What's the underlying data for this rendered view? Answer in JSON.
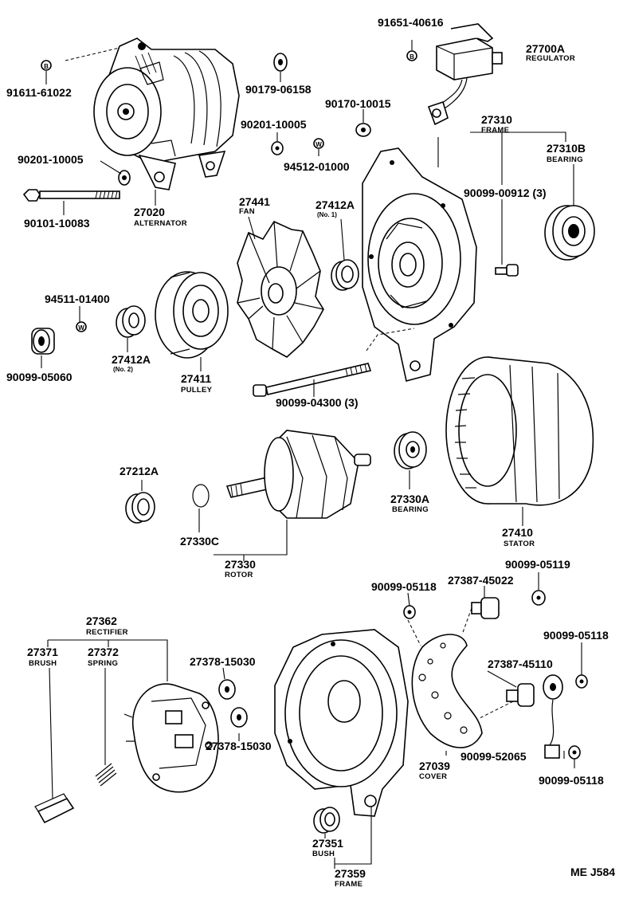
{
  "diagram_code": "ME J584",
  "labels": {
    "p91651": {
      "num": "91651-40616"
    },
    "p27700A": {
      "num": "27700A",
      "name": "REGULATOR"
    },
    "b_top_left": {
      "num": "B"
    },
    "b_top_right": {
      "num": "B"
    },
    "p91611": {
      "num": "91611-61022"
    },
    "p90179": {
      "num": "90179-06158"
    },
    "p90170": {
      "num": "90170-10015"
    },
    "p27310": {
      "num": "27310",
      "name": "FRAME"
    },
    "p90201a": {
      "num": "90201-10005"
    },
    "p90201b": {
      "num": "90201-10005"
    },
    "w_top": {
      "num": "W"
    },
    "p94512": {
      "num": "94512-01000"
    },
    "p27310B": {
      "num": "27310B",
      "name": "BEARING"
    },
    "p90099_00912": {
      "num": "90099-00912 (3)"
    },
    "p90101": {
      "num": "90101-10083"
    },
    "p27020": {
      "num": "27020",
      "name": "ALTERNATOR"
    },
    "p27441": {
      "num": "27441",
      "name": "FAN"
    },
    "p27412A_1": {
      "num": "27412A",
      "name": "(No. 1)"
    },
    "p94511": {
      "num": "94511-01400"
    },
    "w_mid": {
      "num": "W"
    },
    "p27412A_2": {
      "num": "27412A",
      "name": "(No. 2)"
    },
    "p90099_05060": {
      "num": "90099-05060"
    },
    "p27411": {
      "num": "27411",
      "name": "PULLEY"
    },
    "p90099_04300": {
      "num": "90099-04300 (3)"
    },
    "p27212A": {
      "num": "27212A"
    },
    "p27330A": {
      "num": "27330A",
      "name": "BEARING"
    },
    "p27330C": {
      "num": "27330C"
    },
    "p27330": {
      "num": "27330",
      "name": "ROTOR"
    },
    "p27410": {
      "num": "27410",
      "name": "STATOR"
    },
    "p90099_05119": {
      "num": "90099-05119"
    },
    "p90099_05118a": {
      "num": "90099-05118"
    },
    "p27387_45022": {
      "num": "27387-45022"
    },
    "p27362": {
      "num": "27362",
      "name": "RECTIFIER"
    },
    "p27371": {
      "num": "27371",
      "name": "BRUSH"
    },
    "p27372": {
      "num": "27372",
      "name": "SPRING"
    },
    "p90099_05118b": {
      "num": "90099-05118"
    },
    "p27378a": {
      "num": "27378-15030"
    },
    "p27387_45110": {
      "num": "27387-45110"
    },
    "p27378b": {
      "num": "27378-15030"
    },
    "p90099_52065": {
      "num": "90099-52065"
    },
    "p27039": {
      "num": "27039",
      "name": "COVER"
    },
    "p90099_05118c": {
      "num": "90099-05118"
    },
    "p27351": {
      "num": "27351",
      "name": "BUSH"
    },
    "p27359": {
      "num": "27359",
      "name": "FRAME"
    }
  }
}
